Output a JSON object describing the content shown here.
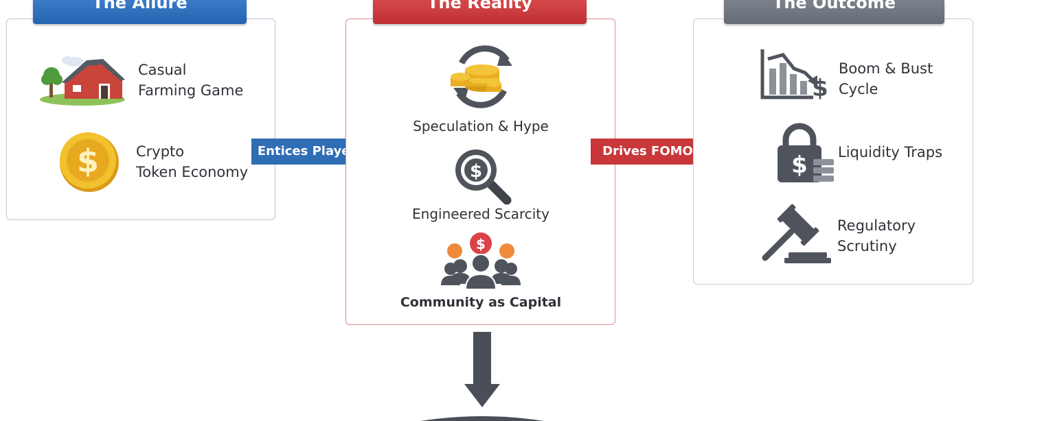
{
  "columns": {
    "allure": {
      "title": "The Allure",
      "items": [
        {
          "icon": "farm-barn-icon",
          "line1": "Casual",
          "line2": "Farming Game"
        },
        {
          "icon": "gold-coin-icon",
          "line1": "Crypto",
          "line2": "Token Economy"
        }
      ]
    },
    "reality": {
      "title": "The Reality",
      "items": [
        {
          "icon": "coin-cycle-icon",
          "label": "Speculation & Hype"
        },
        {
          "icon": "magnifier-dollar-icon",
          "label": "Engineered Scarcity"
        },
        {
          "icon": "community-dollar-icon",
          "label": "Community as Capital"
        }
      ]
    },
    "outcome": {
      "title": "The Outcome",
      "items": [
        {
          "icon": "falling-chart-icon",
          "line1": "Boom & Bust",
          "line2": "Cycle"
        },
        {
          "icon": "padlock-dollar-icon",
          "line1": "Liquidity Traps",
          "line2": ""
        },
        {
          "icon": "gavel-icon",
          "line1": "Regulatory",
          "line2": "Scrutiny"
        }
      ]
    }
  },
  "arrows": {
    "entices": "Entices Players",
    "drives": "Drives FOMO"
  },
  "colors": {
    "blue": "#2f6db5",
    "red": "#c9373a",
    "gray": "#6f757e",
    "dark": "#4a4f57"
  }
}
